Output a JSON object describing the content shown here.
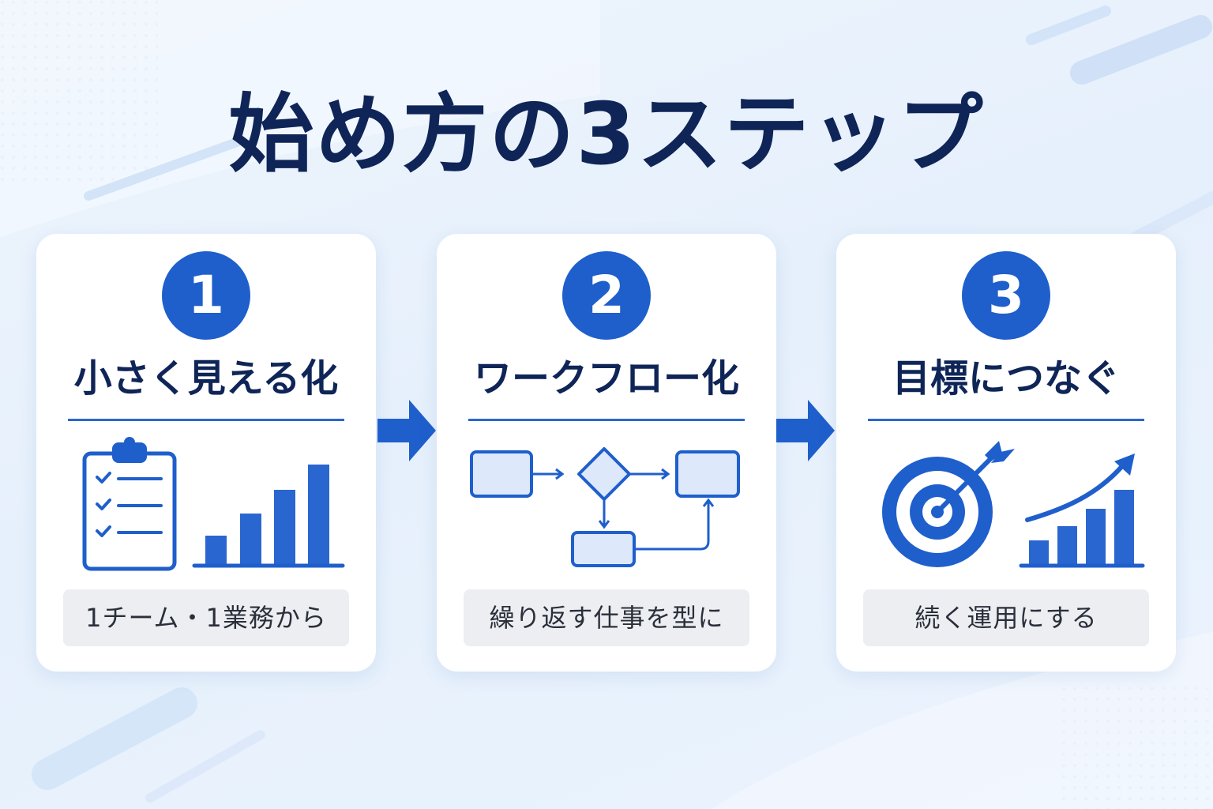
{
  "title": "始め方の3ステップ",
  "steps": [
    {
      "number": "1",
      "title": "小さく見える化",
      "caption": "1チーム・1業務から"
    },
    {
      "number": "2",
      "title": "ワークフロー化",
      "caption": "繰り返す仕事を型に"
    },
    {
      "number": "3",
      "title": "目標につなぐ",
      "caption": "続く運用にする"
    }
  ],
  "colors": {
    "accent": "#1f5fcc",
    "title": "#0f2557",
    "card": "#ffffff",
    "caption_bg": "#eceef2",
    "light_fill": "#dde9fb"
  },
  "icons": {
    "step1": [
      "clipboard-checklist-icon",
      "bar-chart-icon"
    ],
    "step2": [
      "flowchart-icon"
    ],
    "step3": [
      "target-arrow-icon",
      "growth-chart-icon"
    ],
    "between": "right-arrow-icon"
  }
}
